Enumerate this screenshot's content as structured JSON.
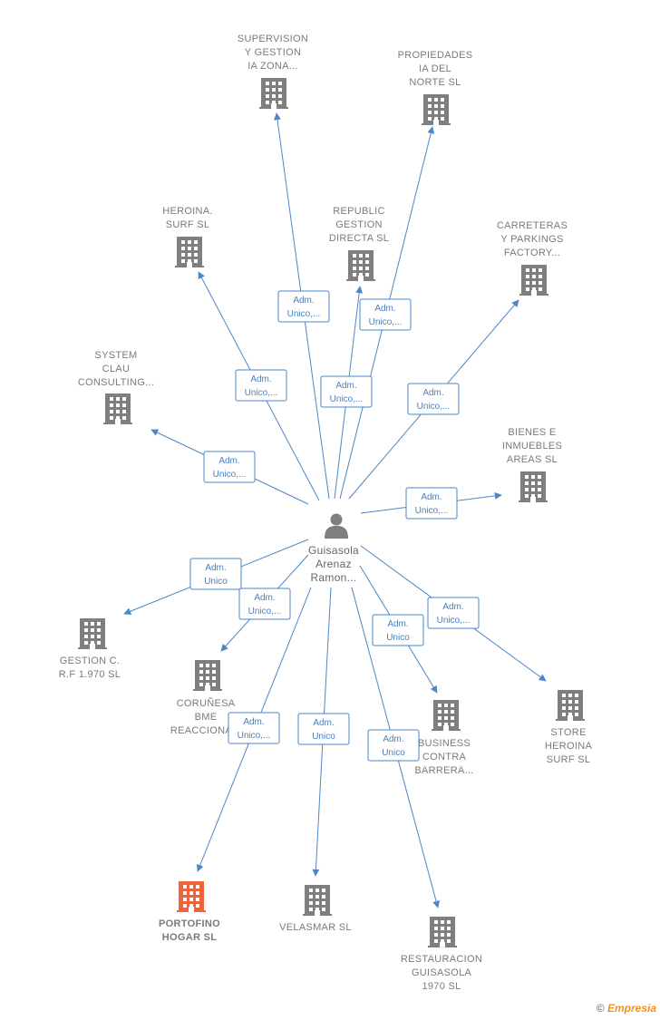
{
  "center": {
    "name_lines": [
      "Guisasola",
      "Arenaz",
      "Ramon..."
    ],
    "icon": "person-icon"
  },
  "colors": {
    "edge": "#4a86c8",
    "company": "#7f7f7f",
    "highlight": "#f0643c",
    "person": "#7f7f7f"
  },
  "nodes": [
    {
      "id": "supervision",
      "lines": [
        "SUPERVISION",
        "Y GESTION",
        "IA ZONA..."
      ],
      "icon": "building-icon"
    },
    {
      "id": "propiedades",
      "lines": [
        "PROPIEDADES",
        "IA DEL",
        "NORTE  SL"
      ],
      "icon": "building-icon"
    },
    {
      "id": "heroina-surf",
      "lines": [
        "HEROINA.",
        "SURF  SL"
      ],
      "icon": "building-icon"
    },
    {
      "id": "republic",
      "lines": [
        "REPUBLIC",
        "GESTION",
        "DIRECTA  SL"
      ],
      "icon": "building-icon"
    },
    {
      "id": "carreteras",
      "lines": [
        "CARRETERAS",
        "Y PARKINGS",
        "FACTORY..."
      ],
      "icon": "building-icon"
    },
    {
      "id": "system-clau",
      "lines": [
        "SYSTEM",
        "CLAU",
        "CONSULTING..."
      ],
      "icon": "building-icon"
    },
    {
      "id": "bienes",
      "lines": [
        "BIENES E",
        "INMUEBLES",
        "AREAS  SL"
      ],
      "icon": "building-icon"
    },
    {
      "id": "gestion-c",
      "lines": [
        "GESTION C.",
        "R.F 1.970  SL"
      ],
      "icon": "building-icon"
    },
    {
      "id": "corunesa",
      "lines": [
        "CORUÑESA",
        "BME",
        "REACCIONA..."
      ],
      "icon": "building-icon"
    },
    {
      "id": "business",
      "lines": [
        "BUSINESS",
        "CONTRA",
        "BARRERA..."
      ],
      "icon": "building-icon"
    },
    {
      "id": "store",
      "lines": [
        "STORE",
        "HEROINA",
        "SURF  SL"
      ],
      "icon": "building-icon"
    },
    {
      "id": "portofino",
      "lines": [
        "PORTOFINO",
        "HOGAR  SL"
      ],
      "icon": "building-icon",
      "highlight": true
    },
    {
      "id": "velasmar",
      "lines": [
        "VELASMAR  SL"
      ],
      "icon": "building-icon"
    },
    {
      "id": "restauracion",
      "lines": [
        "RESTAURACION",
        "GUISASOLA",
        "1970 SL"
      ],
      "icon": "building-icon"
    }
  ],
  "edges": [
    {
      "to": "supervision",
      "label": [
        "Adm.",
        "Unico,..."
      ]
    },
    {
      "to": "propiedades",
      "label": [
        "Adm.",
        "Unico,..."
      ]
    },
    {
      "to": "heroina-surf",
      "label": [
        "Adm.",
        "Unico,..."
      ]
    },
    {
      "to": "republic",
      "label": [
        "Adm.",
        "Unico,..."
      ]
    },
    {
      "to": "carreteras",
      "label": [
        "Adm.",
        "Unico,..."
      ]
    },
    {
      "to": "system-clau",
      "label": [
        "Adm.",
        "Unico,..."
      ]
    },
    {
      "to": "bienes",
      "label": [
        "Adm.",
        "Unico,..."
      ]
    },
    {
      "to": "gestion-c",
      "label": [
        "Adm.",
        "Unico"
      ]
    },
    {
      "to": "corunesa",
      "label": [
        "Adm.",
        "Unico,..."
      ]
    },
    {
      "to": "business",
      "label": [
        "Adm.",
        "Unico"
      ]
    },
    {
      "to": "store",
      "label": [
        "Adm.",
        "Unico,..."
      ]
    },
    {
      "to": "portofino",
      "label": [
        "Adm.",
        "Unico,..."
      ]
    },
    {
      "to": "velasmar",
      "label": [
        "Adm.",
        "Unico"
      ]
    },
    {
      "to": "restauracion",
      "label": [
        "Adm.",
        "Unico"
      ]
    }
  ],
  "footer": {
    "symbol": "©",
    "brand": "Empresia"
  }
}
